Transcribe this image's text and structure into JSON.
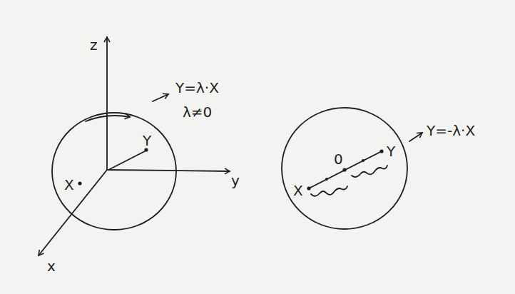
{
  "diagram": {
    "labels": [
      "z",
      "y",
      "x",
      "X",
      "Y",
      "Y=λ·X",
      "λ≠0",
      "X",
      "0",
      "Y",
      "Y=-λ·X"
    ]
  }
}
